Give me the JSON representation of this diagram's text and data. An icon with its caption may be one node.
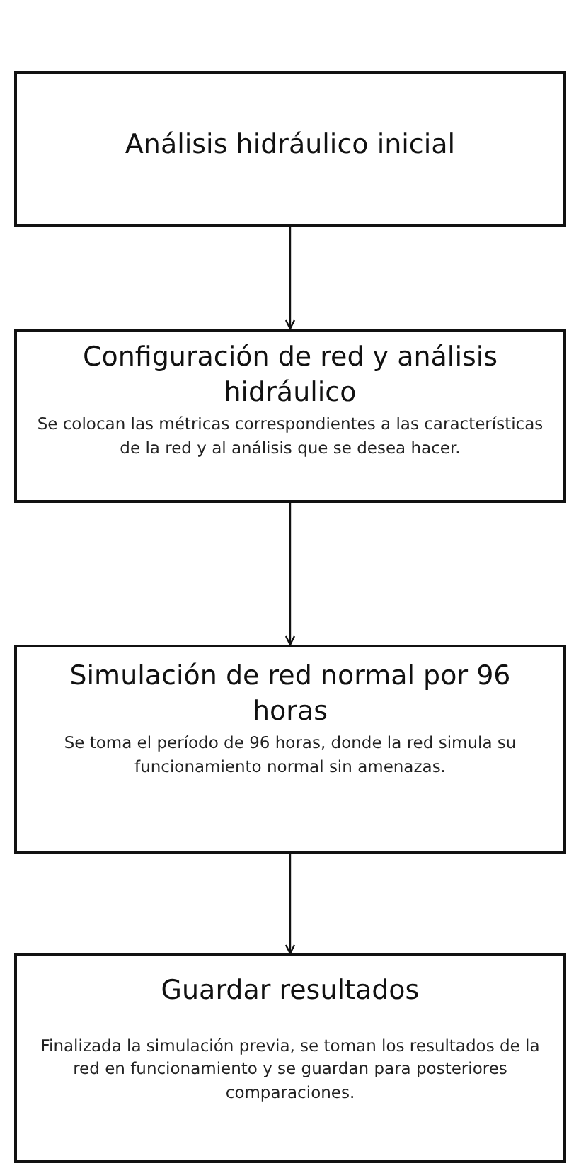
{
  "diagram": {
    "nodes": [
      {
        "text": [
          "Análisis hidráulico inicial"
        ]
      },
      {
        "text": [
          "Configuración de red y análisis hidráulico",
          "Se colocan las métricas correspondientes  a las características de la red y al análisis que se desea hacer."
        ]
      },
      {
        "text": [
          "Simulación de red normal por 96 horas",
          "Se toma el período de 96 horas, donde la red simula su funcionamiento normal sin amenazas."
        ]
      },
      {
        "text": [
          "Guardar resultados",
          "Finalizada la simulación previa, se toman los resultados de la red en funcionamiento y se guardan para posteriores comparaciones."
        ]
      }
    ],
    "edges": [
      {
        "from": 0,
        "to": 1,
        "arrow": "to"
      },
      {
        "from": 1,
        "to": 2,
        "arrow": "to"
      },
      {
        "from": 2,
        "to": 3,
        "arrow": "to"
      }
    ]
  }
}
